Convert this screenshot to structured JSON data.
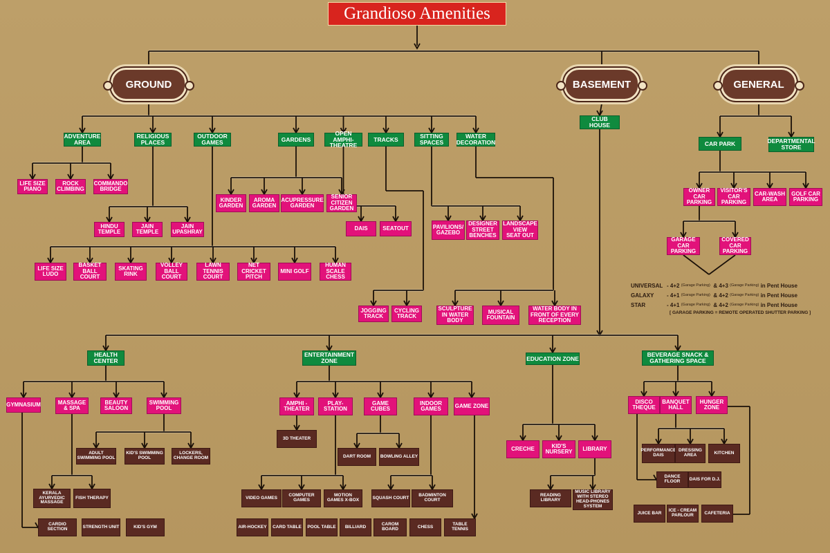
{
  "title": "Grandioso Amenities",
  "ground": {
    "label": "GROUND",
    "adventure_area": {
      "label": "ADVENTURE\nAREA",
      "items": [
        "LIFE SIZE\nPIANO",
        "ROCK\nCLIMBING",
        "COMMANDO\nBRIDGE"
      ]
    },
    "religious_places": {
      "label": "RELIGIOUS\nPLACES",
      "items": [
        "HINDU\nTEMPLE",
        "JAIN\nTEMPLE",
        "JAIN\nUPASHRAY"
      ]
    },
    "outdoor_games": {
      "label": "OUTDOOR\nGAMES",
      "items": [
        "LIFE SIZE\nLUDO",
        "BASKET\nBALL\nCOURT",
        "SKATING\nRINK",
        "VOLLEY\nBALL\nCOURT",
        "LAWN\nTENNIS\nCOURT",
        "NET\nCRICKET\nPITCH",
        "MINI GOLF",
        "HUMAN\nSCALE\nCHESS"
      ]
    },
    "gardens": {
      "label": "GARDENS",
      "items": [
        "KINDER\nGARDEN",
        "AROMA\nGARDEN",
        "ACUPRESSURE\nGARDEN",
        "SENIOR\nCITIZEN\nGARDEN"
      ]
    },
    "open_amphitheatre": {
      "label": "OPEN AMPHI-\nTHEATRE",
      "items": [
        "DAIS",
        "SEATOUT"
      ]
    },
    "tracks": {
      "label": "TRACKS",
      "items": [
        "JOGGING\nTRACK",
        "CYCLING\nTRACK"
      ]
    },
    "sitting_spaces": {
      "label": "SITTING\nSPACES",
      "items": [
        "PAVILIONS/\nGAZEBO",
        "DESIGNER\nSTREET\nBENCHES",
        "LANDSCAPE\nVIEW\nSEAT OUT"
      ]
    },
    "water_decoration": {
      "label": "WATER\nDECORATION",
      "items": [
        "SCULPTURE\nIN WATER\nBODY",
        "MUSICAL\nFOUNTAIN",
        "WATER BODY IN\nFRONT OF EVERY\nRECEPTION"
      ]
    }
  },
  "basement": {
    "label": "BASEMENT",
    "club_house": "CLUB HOUSE",
    "health_center": {
      "label": "HEALTH\nCENTER",
      "gymnasium": "GYMNASIUM",
      "massage_spa": "MASSAGE\n& SPA",
      "beauty_saloon": "BEAUTY\nSALOON",
      "swimming_pool": "SWIMMING\nPOOL",
      "pool_items": [
        "ADULT\nSWIMMING POOL",
        "KID'S SWIMMING\nPOOL",
        "LOCKERS,\nCHANGE ROOM"
      ],
      "spa_items": [
        "KERALA\nAYURVEDIC\nMASSAGE",
        "FISH THERAPY"
      ],
      "gym_items": [
        "CARDIO SECTION",
        "STRENGTH UNIT",
        "KID'S GYM"
      ]
    },
    "entertainment_zone": {
      "label": "ENTERTAINMENT\nZONE",
      "amphi_theater": "AMPHI -\nTHEATER",
      "play_station": "PLAY-\nSTATION",
      "game_cubes": "GAME\nCUBES",
      "indoor_games": "INDOOR\nGAMES",
      "game_zone": "GAME ZONE",
      "theater_3d": "3D THEATER",
      "cube_items": [
        "DART ROOM",
        "BOWLING ALLEY"
      ],
      "play_items": [
        "VIDEO GAMES",
        "COMPUTER\nGAMES",
        "MOTION\nGAMES X-BOX"
      ],
      "indoor_items": [
        "SQUASH COURT",
        "BADMINTON COURT"
      ],
      "table_items": [
        "AIR-HOCKEY",
        "CARD TABLE",
        "POOL TABLE",
        "BILLIARD",
        "CAROM BOARD",
        "CHESS",
        "TABLE TENNIS"
      ]
    },
    "education_zone": {
      "label": "EDUCATION ZONE",
      "items": [
        "CRECHE",
        "KID'S\nNURSERY",
        "LIBRARY"
      ],
      "library_items": [
        "READING LIBRARY",
        "MUSIC LIBRARY\nWITH STEREO\nHEAD-PHONES\nSYSTEM"
      ]
    },
    "beverage": {
      "label": "BEVERAGE SNACK &\nGATHERING SPACE",
      "items": [
        "DISCO\nTHEQUE",
        "BANQUET\nHALL",
        "HUNGER\nZONE"
      ],
      "hall_items": [
        "PERFORMANCE\nDAIS",
        "DRESSING\nAREA",
        "KITCHEN"
      ],
      "disco_items": [
        "DANCE FLOOR",
        "DAIS FOR D.J."
      ],
      "food_items": [
        "JUICE BAR",
        "ICE - CREAM\nPARLOUR",
        "CAFETERIA"
      ]
    }
  },
  "general": {
    "label": "GENERAL",
    "car_park": "CAR PARK",
    "departmental_store": "DEPARTMENTAL\nSTORE",
    "car_items": [
      "OWNER\nCAR\nPARKING",
      "VISITOR'S\nCAR\nPARKING",
      "CAR-WASH\nAREA",
      "GOLF CAR\nPARKING"
    ],
    "owner_items": [
      "GARAGE\nCAR\nPARKING",
      "COVERED\nCAR\nPARKING"
    ]
  },
  "legend": {
    "rows": [
      {
        "name": "UNIVERSAL",
        "a": "- 4+2",
        "a_note": "(Garage Parking)",
        "b": "& 4+3",
        "b_note": "(Garage Parking)",
        "c": "in Pent House"
      },
      {
        "name": "GALAXY",
        "a": "- 4+1",
        "a_note": "(Garage Parking)",
        "b": "& 4+2",
        "b_note": "(Garage Parking)",
        "c": "in Pent House"
      },
      {
        "name": "STAR",
        "a": "- 4+1",
        "a_note": "(Garage Parking)",
        "b": "& 4+2",
        "b_note": "(Garage Parking)",
        "c": "in Pent House"
      }
    ],
    "note": "[ GARAGE PARKING = REMOTE OPERATED SHUTTER PARKING ]"
  }
}
